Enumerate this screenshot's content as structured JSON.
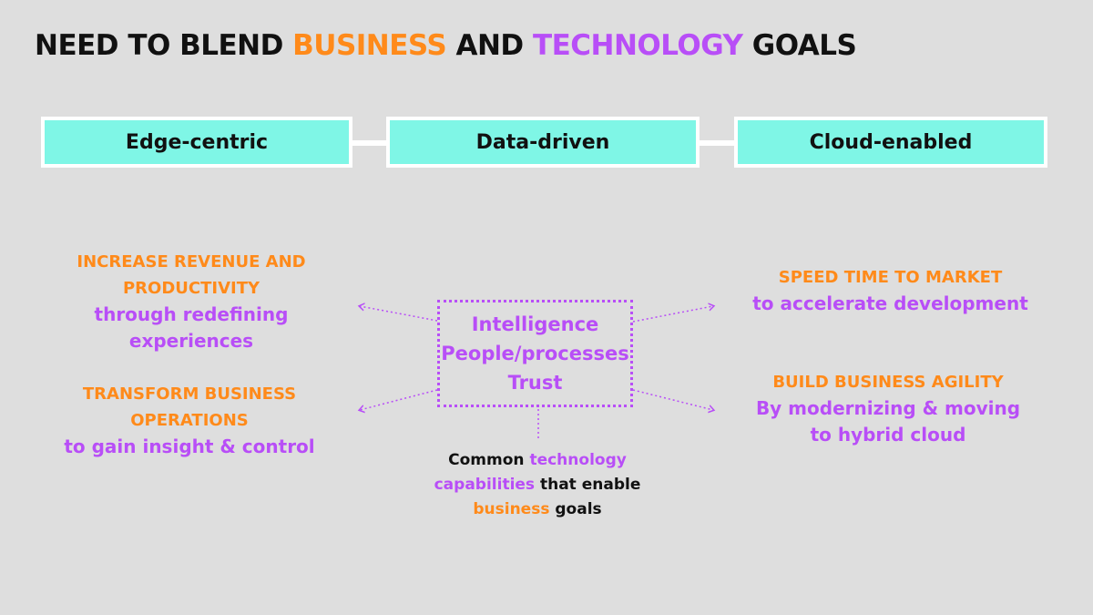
{
  "title": {
    "part1": "NEED TO BLEND ",
    "business": "BUSINESS",
    "part2": " AND ",
    "technology": "TECHNOLOGY",
    "part3": " GOALS"
  },
  "pillars": [
    "Edge-centric",
    "Data-driven",
    "Cloud-enabled"
  ],
  "goals": {
    "left_top": {
      "head_line1": "INCREASE REVENUE AND",
      "head_line2": "PRODUCTIVITY",
      "sub_line1": "through redefining",
      "sub_line2": "experiences"
    },
    "left_bottom": {
      "head_line1": "TRANSFORM BUSINESS",
      "head_line2": "OPERATIONS",
      "sub_line1": "to gain insight & control"
    },
    "right_top": {
      "head_line1": "SPEED TIME TO MARKET",
      "sub_line1": "to accelerate development"
    },
    "right_bottom": {
      "head_line1": "BUILD BUSINESS AGILITY",
      "sub_line1": "By modernizing & moving",
      "sub_line2": "to hybrid cloud"
    }
  },
  "center": [
    "Intelligence",
    "People/processes",
    "Trust"
  ],
  "caption": {
    "w1": "Common",
    "w2": "technology",
    "w3": "capabilities",
    "w4": "that enable",
    "w5": "business",
    "w6": "goals"
  },
  "colors": {
    "accent_orange": "#ff8a1a",
    "accent_purple": "#b84ef7",
    "pillar_fill": "#7ff6e6",
    "background": "#dedede"
  }
}
